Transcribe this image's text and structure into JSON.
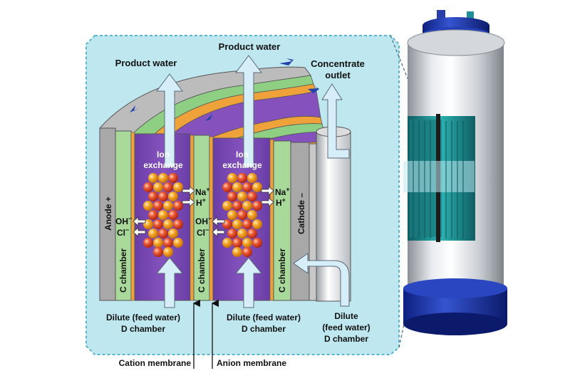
{
  "labels": {
    "product_water_left": "Product water",
    "product_water_top": "Product water",
    "concentrate_line1": "Concentrate",
    "concentrate_line2": "outlet",
    "ion_exchange_1_line1": "Ion",
    "ion_exchange_1_line2": "exchange",
    "ion_exchange_2_line1": "Ion",
    "ion_exchange_2_line2": "exchange",
    "anode": "Anode +",
    "cathode": "Cathode –",
    "c_chamber": "C chamber",
    "na": "Na",
    "h": "H",
    "oh": "OH",
    "cl": "Cl",
    "plus": "+",
    "minus": "−",
    "dilute_line1": "Dilute (feed water)",
    "dilute_line2": "D chamber",
    "dilute_right_line1": "Dilute",
    "dilute_right_line2": "(feed water)",
    "dilute_right_line3": "D chamber",
    "cation_membrane": "Cation membrane",
    "anion_membrane": "Anion membrane"
  },
  "colors": {
    "panel_bg": "#bfe7f0",
    "panel_border": "#58b7cf",
    "d_chamber": "#7a4ab0",
    "c_chamber": "#a8d89a",
    "membrane_orange": "#f0a23a",
    "electrode_gray": "#a8a8a8",
    "bead_red": "#e8452a",
    "bead_orange": "#f6a11f",
    "flow_arrow": "#cfe9f5",
    "cylinder_blue": "#1d39a8",
    "cylinder_teal": "#1c8a8e"
  }
}
